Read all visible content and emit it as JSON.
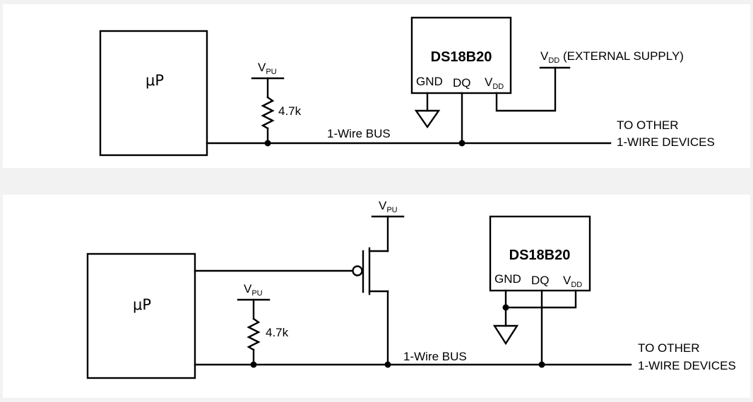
{
  "top_circuit": {
    "mcu_label": "μP",
    "pullup_v": "V",
    "pullup_v_sub": "PU",
    "resistor_value": "4.7k",
    "bus_label": "1-Wire BUS",
    "sensor": {
      "name": "DS18B20",
      "pins": {
        "gnd": "GND",
        "dq": "DQ",
        "vdd": "V",
        "vdd_sub": "DD"
      }
    },
    "external_supply": {
      "v": "V",
      "v_sub": "DD",
      "text": " (EXTERNAL SUPPLY)"
    },
    "to_other": [
      "TO OTHER",
      "1-WIRE DEVICES"
    ]
  },
  "bottom_circuit": {
    "mcu_label": "μP",
    "pullup_v": "V",
    "pullup_v_sub": "PU",
    "fet_supply_v": "V",
    "fet_supply_sub": "PU",
    "resistor_value": "4.7k",
    "bus_label": "1-Wire BUS",
    "sensor": {
      "name": "DS18B20",
      "pins": {
        "gnd": "GND",
        "dq": "DQ",
        "vdd": "V",
        "vdd_sub": "DD"
      }
    },
    "to_other": [
      "TO OTHER",
      "1-WIRE DEVICES"
    ]
  }
}
